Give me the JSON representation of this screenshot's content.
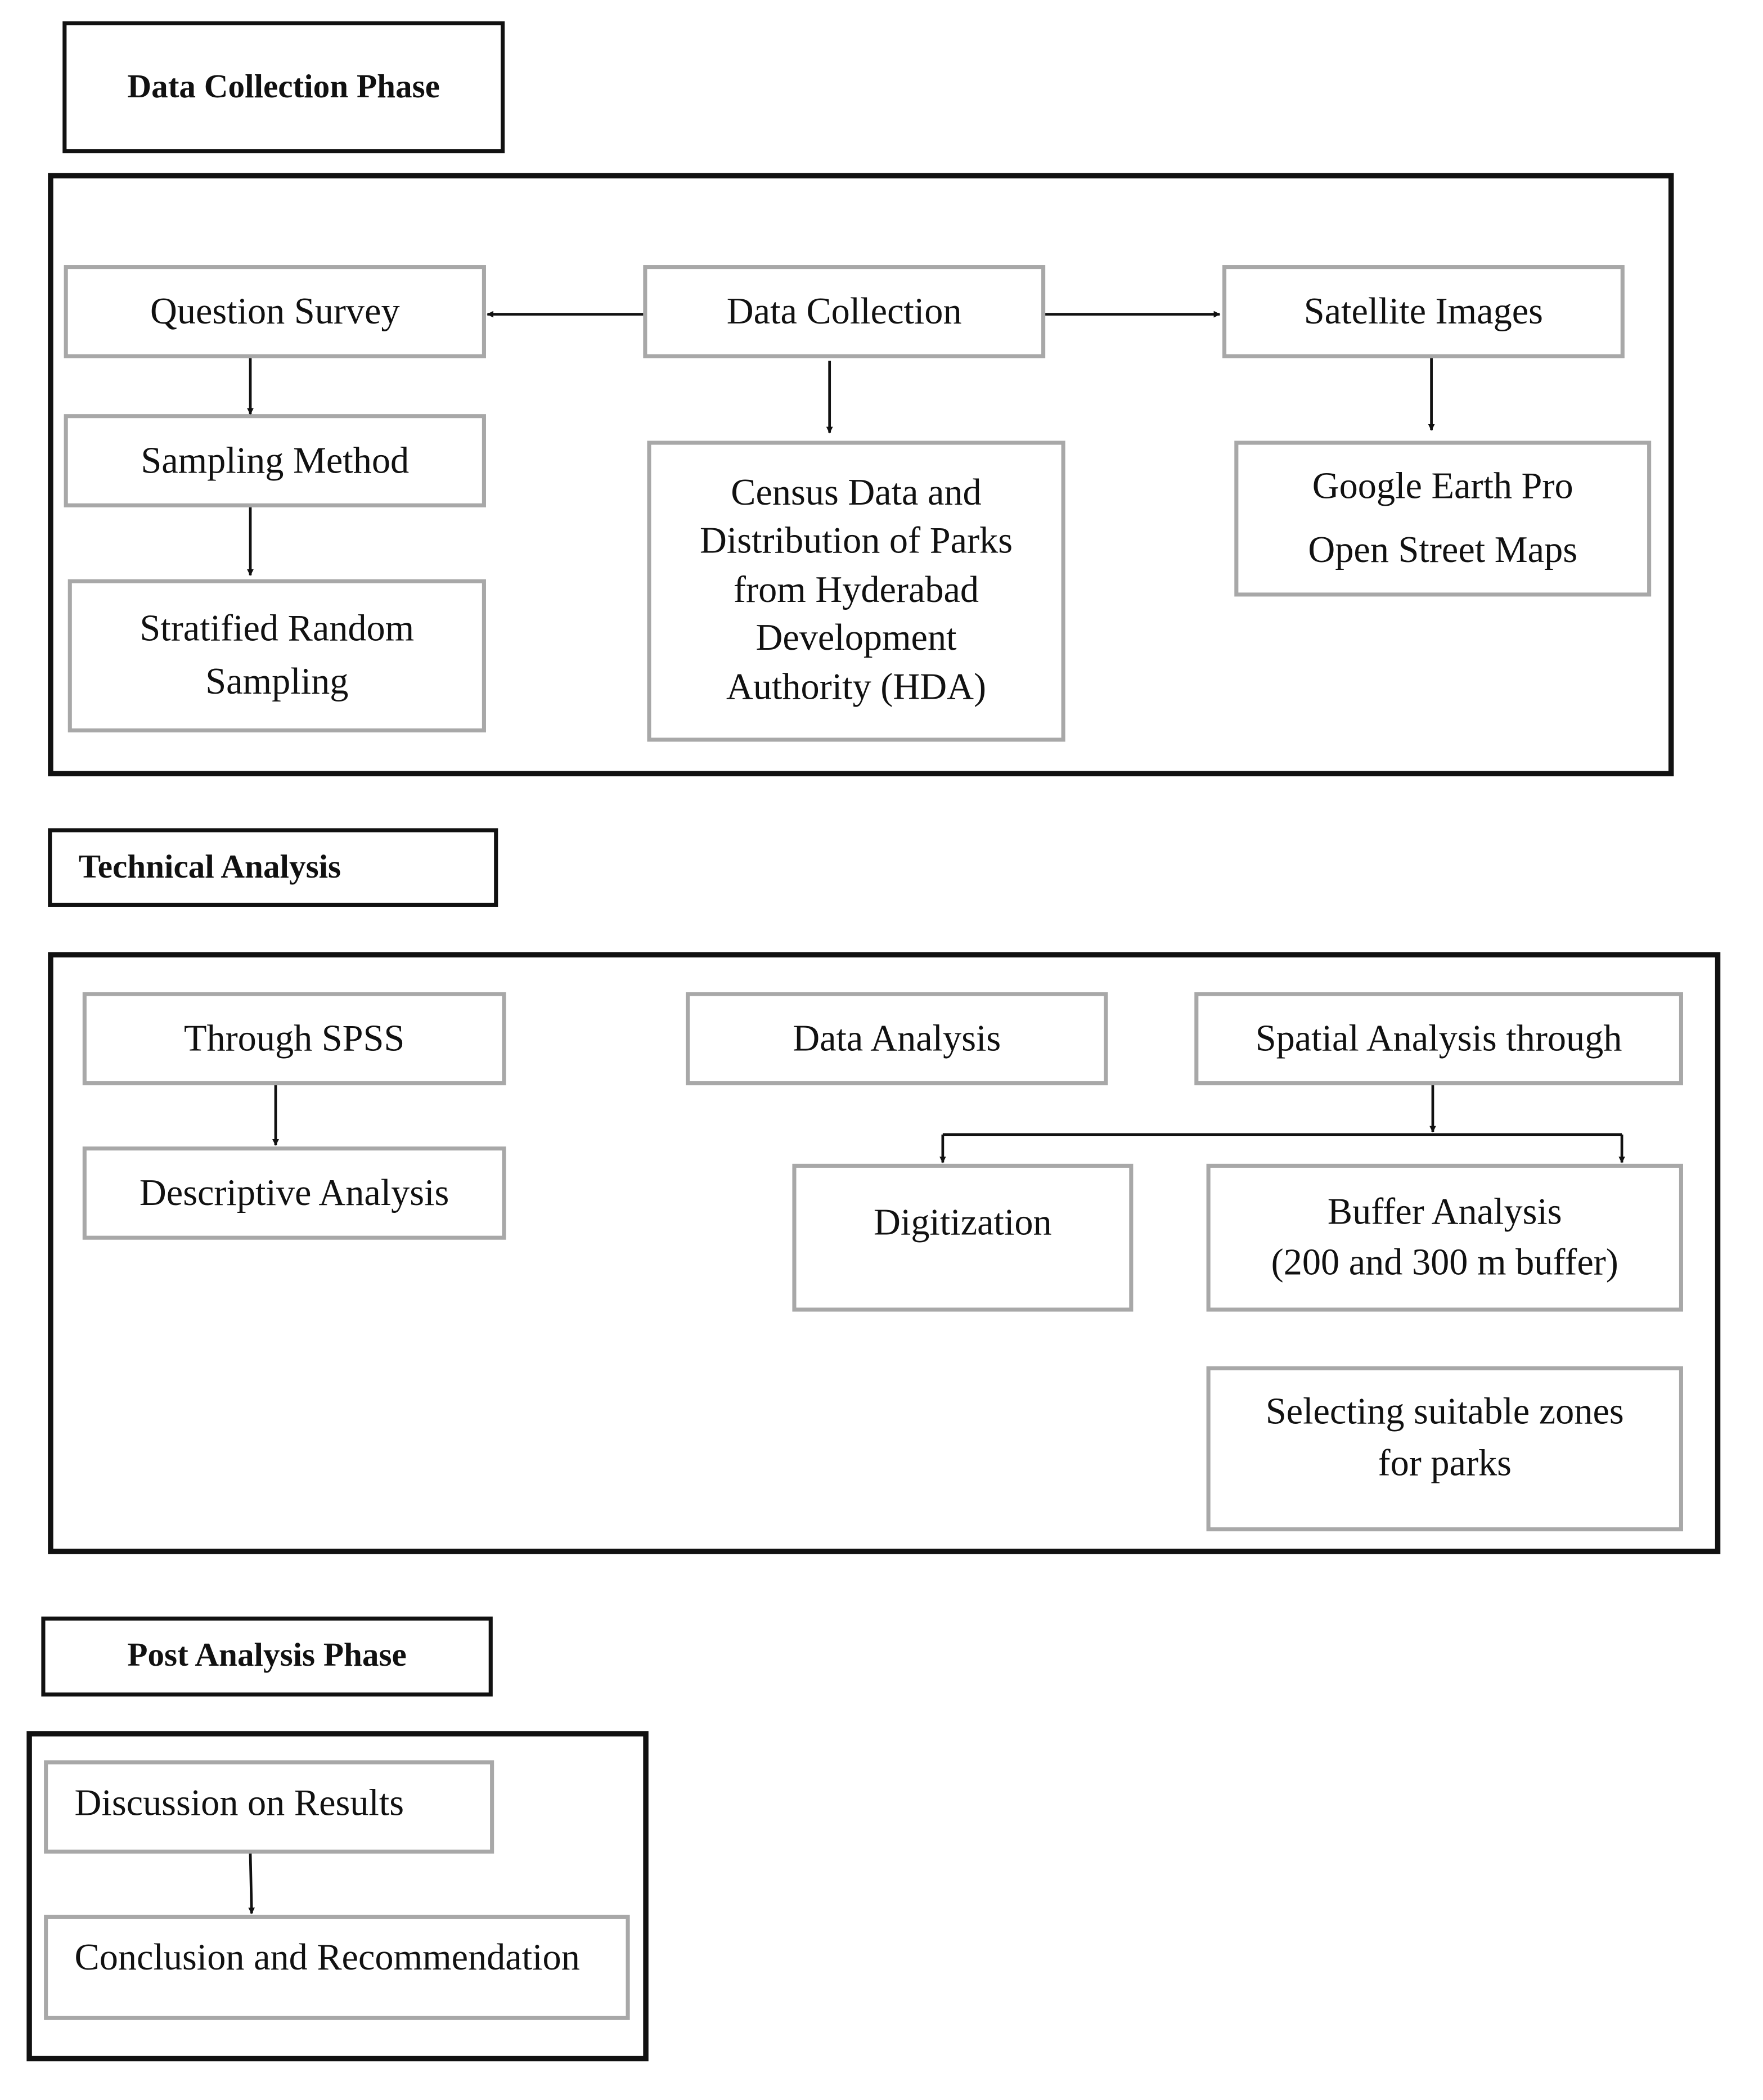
{
  "phases": {
    "data_collection": "Data Collection Phase",
    "technical_analysis": "Technical Analysis",
    "post_analysis": "Post Analysis Phase"
  },
  "nodes": {
    "question_survey": "Question Survey",
    "data_collection": "Data Collection",
    "satellite_images": "Satellite Images",
    "sampling_method": "Sampling Method",
    "census_data": "Census Data and\nDistribution of Parks\nfrom Hyderabad\nDevelopment\nAuthority (HDA)",
    "google_osm": "Google Earth Pro\nOpen Street Maps",
    "stratified_sampling": "Stratified Random\nSampling",
    "through_spss": "Through SPSS",
    "data_analysis": "Data Analysis",
    "spatial_analysis": "Spatial Analysis through",
    "descriptive_analysis": "Descriptive Analysis",
    "digitization": "Digitization",
    "buffer_analysis": "Buffer Analysis\n(200 and 300 m buffer)",
    "suitable_zones": "Selecting suitable zones\nfor parks",
    "discussion_results": "Discussion on Results",
    "conclusion": "Conclusion and Recommendation"
  },
  "colors": {
    "frame_border": "#111111",
    "node_border": "#a8a8a8",
    "arrow": "#111111"
  }
}
